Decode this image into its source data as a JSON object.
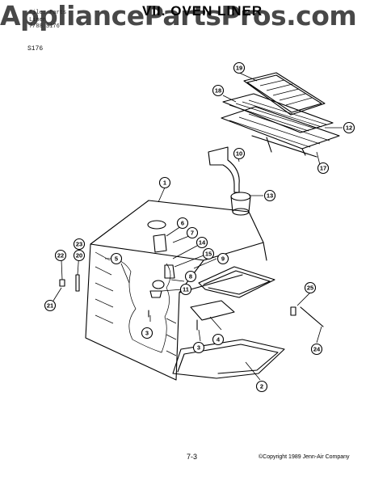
{
  "watermark": "AppliancePartsPros.com",
  "header": {
    "title": "VII. OVEN LINER",
    "file_label": "File: Parts",
    "line2": "Liner",
    "line3": "7/88 S176",
    "model": "S176"
  },
  "footer": {
    "page": "7-3",
    "copyright": "©Copyright 1989 Jenn-Air Company"
  },
  "callouts": [
    {
      "id": "c1",
      "label": "1"
    },
    {
      "id": "c2",
      "label": "2"
    },
    {
      "id": "c3a",
      "label": "3"
    },
    {
      "id": "c3b",
      "label": "3"
    },
    {
      "id": "c4",
      "label": "4"
    },
    {
      "id": "c5",
      "label": "5"
    },
    {
      "id": "c6",
      "label": "6"
    },
    {
      "id": "c7",
      "label": "7"
    },
    {
      "id": "c8",
      "label": "8"
    },
    {
      "id": "c9",
      "label": "9"
    },
    {
      "id": "c10",
      "label": "10"
    },
    {
      "id": "c11",
      "label": "11"
    },
    {
      "id": "c12",
      "label": "12"
    },
    {
      "id": "c13",
      "label": "13"
    },
    {
      "id": "c14",
      "label": "14"
    },
    {
      "id": "c15",
      "label": "15"
    },
    {
      "id": "c17",
      "label": "17"
    },
    {
      "id": "c18",
      "label": "18"
    },
    {
      "id": "c19",
      "label": "19"
    },
    {
      "id": "c20",
      "label": "20"
    },
    {
      "id": "c21",
      "label": "21"
    },
    {
      "id": "c22",
      "label": "22"
    },
    {
      "id": "c23",
      "label": "23"
    },
    {
      "id": "c24",
      "label": "24"
    },
    {
      "id": "c25",
      "label": "25"
    }
  ]
}
